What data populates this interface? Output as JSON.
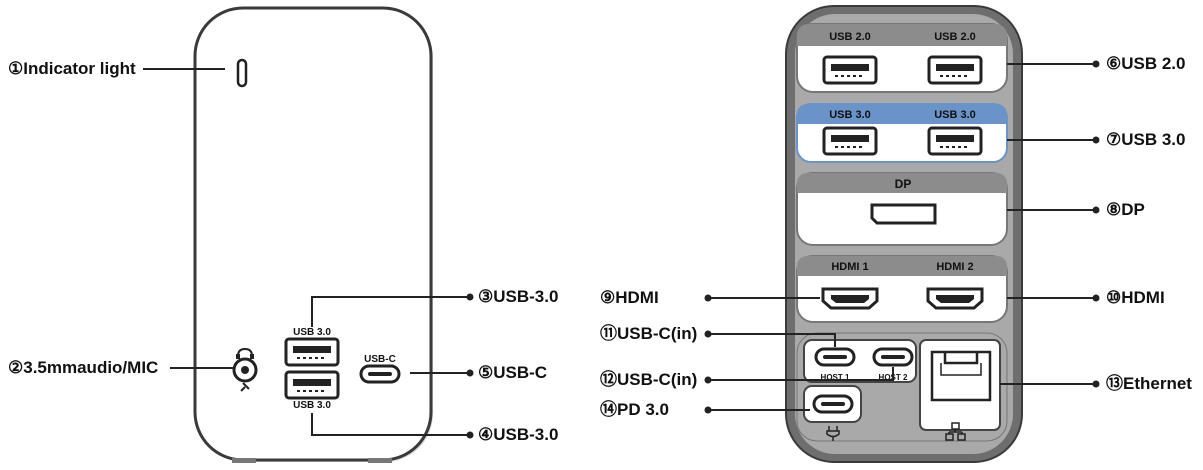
{
  "front": {
    "callouts": {
      "c1": "①Indicator light",
      "c2": "②3.5mmaudio/MIC",
      "c3": "③USB-3.0",
      "c4": "④USB-3.0",
      "c5": "⑤USB-C"
    },
    "labels": {
      "usb_top": "USB 3.0",
      "usb_bottom": "USB 3.0",
      "usbc": "USB-C"
    }
  },
  "back": {
    "callouts": {
      "c6": "⑥USB 2.0",
      "c7": "⑦USB 3.0",
      "c8": "⑧DP",
      "c9": "⑨HDMI",
      "c10": "⑩HDMI",
      "c11": "⑪USB-C(in)",
      "c12": "⑫USB-C(in)",
      "c13": "⑬Ethernet",
      "c14": "⑭PD 3.0"
    },
    "labels": {
      "usb20_left": "USB 2.0",
      "usb20_right": "USB 2.0",
      "usb30_left": "USB 3.0",
      "usb30_right": "USB 3.0",
      "dp": "DP",
      "hdmi1": "HDMI 1",
      "hdmi2": "HDMI 2",
      "host1": "HOST 1",
      "host2": "HOST 2"
    }
  },
  "colors": {
    "outline": "#3a3a3a",
    "band": "#8c8c8c",
    "usb30_band": "#6a93c9",
    "usb30_fill": "#ffffff"
  }
}
